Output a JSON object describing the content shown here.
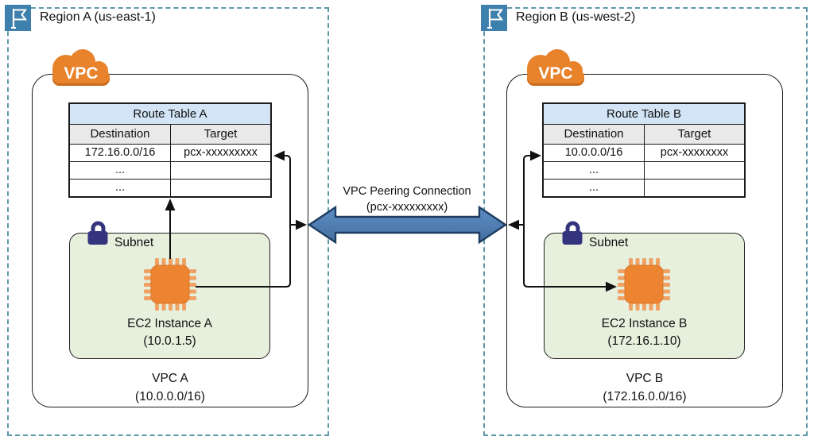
{
  "regions": [
    {
      "label": "Region A (us-east-1)",
      "flag_icon": "flag-icon",
      "vpc": {
        "cloud_badge": "VPC",
        "name": "VPC A",
        "cidr": "(10.0.0.0/16)",
        "route_table": {
          "title": "Route Table A",
          "col_destination": "Destination",
          "col_target": "Target",
          "rows": [
            {
              "destination": "172.16.0.0/16",
              "target": "pcx-xxxxxxxxx"
            },
            {
              "destination": "...",
              "target": ""
            },
            {
              "destination": "...",
              "target": ""
            }
          ]
        },
        "subnet": {
          "label": "Subnet",
          "lock_icon": "lock-icon",
          "instance_icon": "chip-icon",
          "instance_name": "EC2 Instance A",
          "instance_ip": "(10.0.1.5)"
        }
      }
    },
    {
      "label": "Region B (us-west-2)",
      "flag_icon": "flag-icon",
      "vpc": {
        "cloud_badge": "VPC",
        "name": "VPC B",
        "cidr": "(172.16.0.0/16)",
        "route_table": {
          "title": "Route Table B",
          "col_destination": "Destination",
          "col_target": "Target",
          "rows": [
            {
              "destination": "10.0.0.0/16",
              "target": "pcx-xxxxxxxx"
            },
            {
              "destination": "...",
              "target": ""
            },
            {
              "destination": "...",
              "target": ""
            }
          ]
        },
        "subnet": {
          "label": "Subnet",
          "lock_icon": "lock-icon",
          "instance_icon": "chip-icon",
          "instance_name": "EC2 Instance B",
          "instance_ip": "(172.16.1.10)"
        }
      }
    }
  ],
  "peering": {
    "label": "VPC Peering Connection",
    "sub_label": "(pcx-xxxxxxxxx)"
  },
  "colors": {
    "region_border": "#5d98a8",
    "flag_bg": "#3d7fad",
    "vpc_cloud": "#e8832b",
    "vpc_cloud_shadow": "#c96b1e",
    "table_title_bg": "#d2e4f5",
    "table_header_bg": "#e9e9e9",
    "subnet_bg": "#e7efdd",
    "lock": "#34347e",
    "chip_body": "#ec8432",
    "chip_pins": "#efa263",
    "peering_fill": "#4f81bd",
    "peering_stroke": "#1e3c61",
    "wire": "#111111"
  }
}
